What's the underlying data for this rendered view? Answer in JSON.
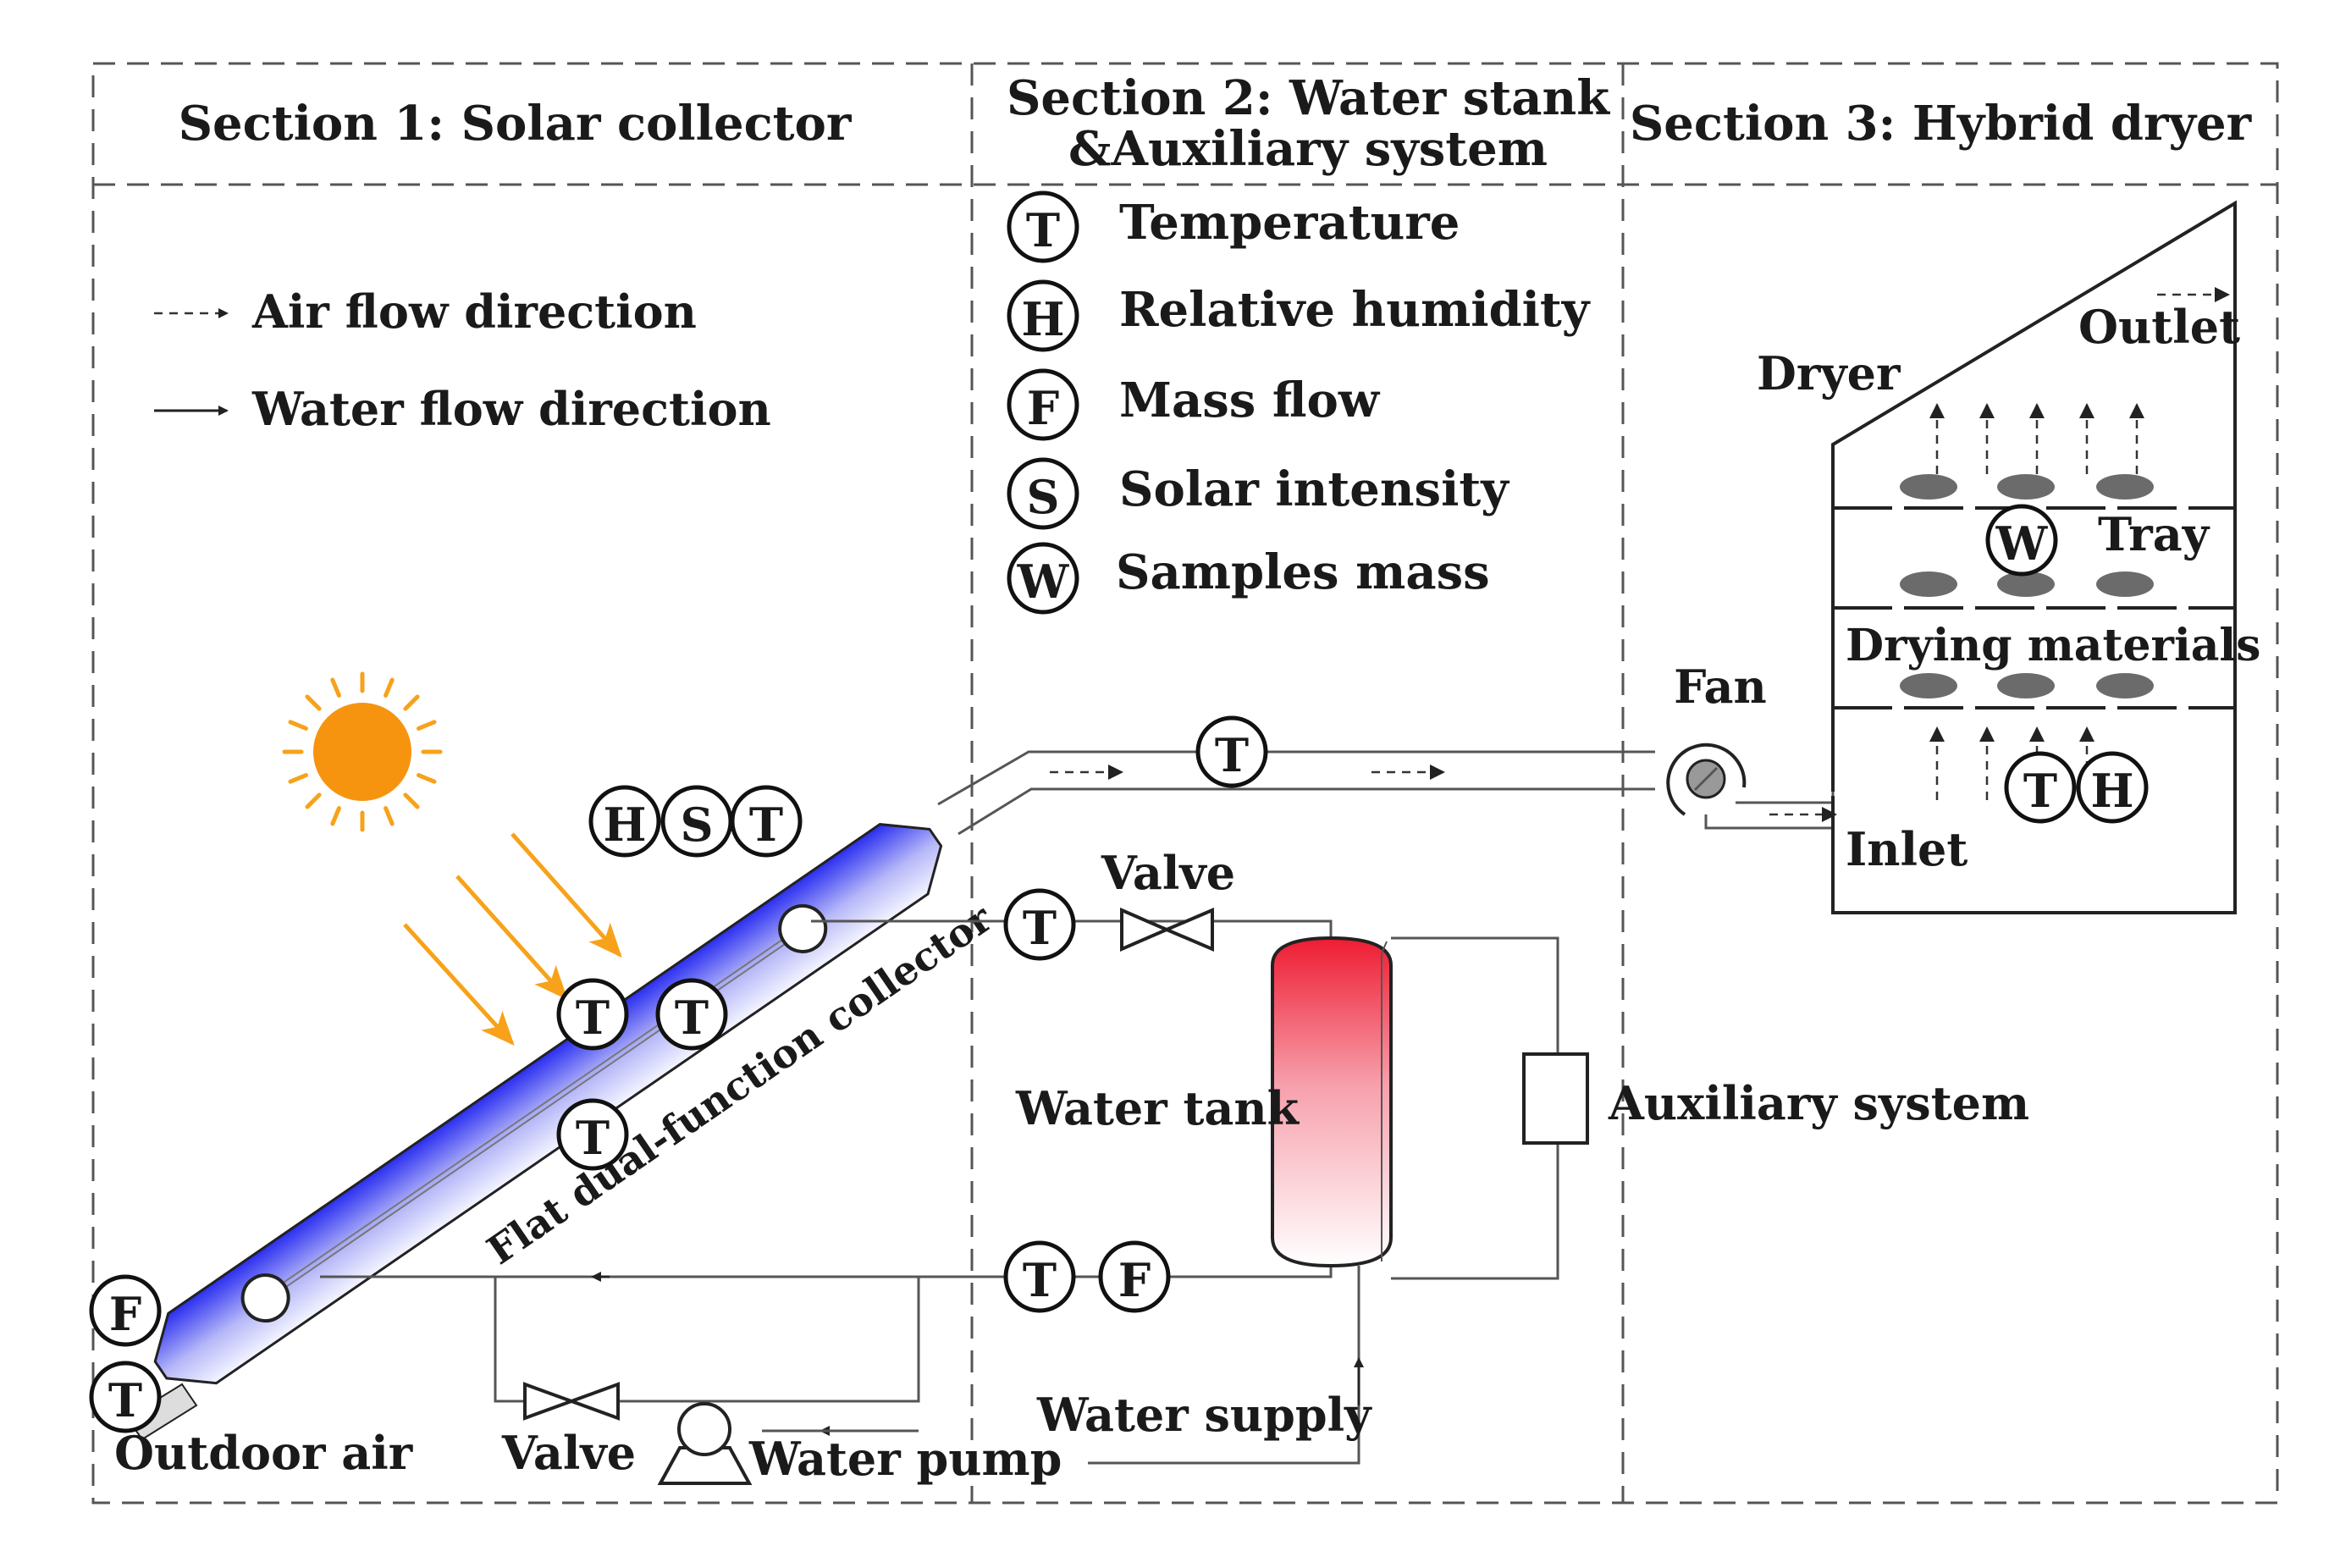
{
  "sections": {
    "s1_title": "Section 1: Solar collector",
    "s2_title_line1": "Section 2: Water stank",
    "s2_title_line2": "&Auxiliary system",
    "s3_title": "Section 3: Hybrid dryer"
  },
  "flow_legend": {
    "air": "Air flow direction",
    "water": "Water flow direction"
  },
  "sensor_legend": [
    {
      "symbol": "T",
      "label": "Temperature"
    },
    {
      "symbol": "H",
      "label": "Relative humidity"
    },
    {
      "symbol": "F",
      "label": "Mass flow"
    },
    {
      "symbol": "S",
      "label": "Solar intensity"
    },
    {
      "symbol": "W",
      "label": "Samples mass"
    }
  ],
  "labels": {
    "collector": "Flat dual-function collector",
    "outdoor_air": "Outdoor air",
    "valve": "Valve",
    "water_pump": "Water pump",
    "water_tank": "Water tank",
    "water_supply": "Water supply",
    "auxiliary": "Auxiliary system",
    "fan": "Fan",
    "inlet": "Inlet",
    "outlet": "Outlet",
    "dryer": "Dryer",
    "tray": "Tray",
    "drying_materials": "Drying materials"
  },
  "colors": {
    "sun": "#f7940f",
    "sun_rays": "#f7a21a",
    "collector_dark": "#2a2ef0",
    "collector_light": "#f4f5ff",
    "tank_top": "#ee1c32",
    "tank_bottom": "#ffffff",
    "sample": "#6b6b6b"
  }
}
